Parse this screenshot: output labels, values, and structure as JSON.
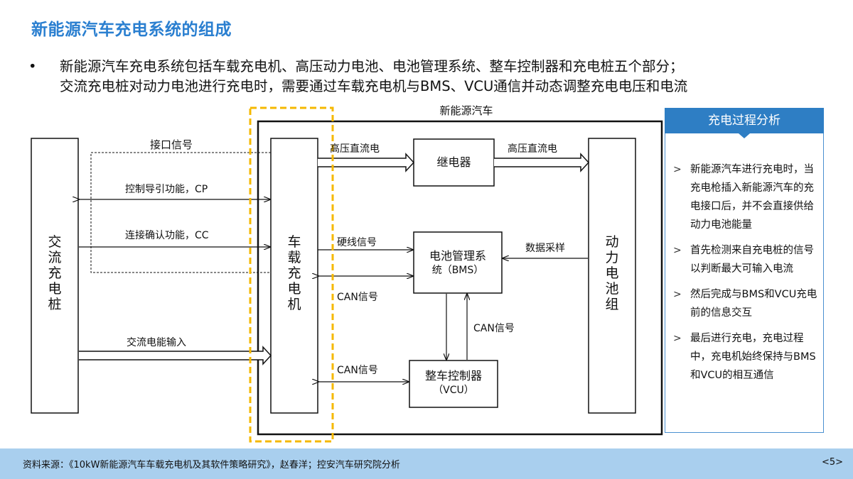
{
  "title": "新能源汽车充电系统的组成",
  "bullet": {
    "marker": "•",
    "line1": "新能源汽车充电系统包括车载充电机、高压动力电池、电池管理系统、整车控制器和充电桩五个部分；",
    "line2": "交流充电桩对动力电池进行充电时，需要通过车载充电机与BMS、VCU通信并动态调整充电电压和电流"
  },
  "diagram": {
    "vehicle_label": "新能源汽车",
    "ac_pile": "交流充电桩",
    "onboard_charger": "车载充电机",
    "relay": "继电器",
    "bms_line1": "电池管理系",
    "bms_line2": "统（BMS）",
    "vcu_line1": "整车控制器",
    "vcu_line2": "（VCU）",
    "battery": "动力电池组",
    "signals": {
      "interface": "接口信号",
      "cp": "控制导引功能，CP",
      "cc": "连接确认功能，CC",
      "ac_input": "交流电能输入",
      "hv_dc_1": "高压直流电",
      "hv_dc_2": "高压直流电",
      "hardwire": "硬线信号",
      "can_1": "CAN信号",
      "can_2": "CAN信号",
      "can_3": "CAN信号",
      "data_sampling": "数据采样"
    }
  },
  "panel": {
    "header": "充电过程分析",
    "items": [
      "新能源汽车进行充电时，当充电枪插入新能源汽车的充电接口后，并不会直接供给动力电池能量",
      "首先检测来自充电桩的信号以判断最大可输入电流",
      "然后完成与BMS和VCU充电前的信息交互",
      "最后进行充电，充电过程中，充电机始终保持与BMS和VCU的相互通信"
    ]
  },
  "footer": {
    "source": "资料来源：《10kW新能源汽车车载充电机及其软件策略研究》，赵春洋；控安汽车研究院分析",
    "page": "<5>"
  },
  "colors": {
    "title": "#2a7fd0",
    "highlight_dash": "#f5b800",
    "panel_header": "#2e7ec4",
    "footer_bg": "#a9cfee"
  }
}
